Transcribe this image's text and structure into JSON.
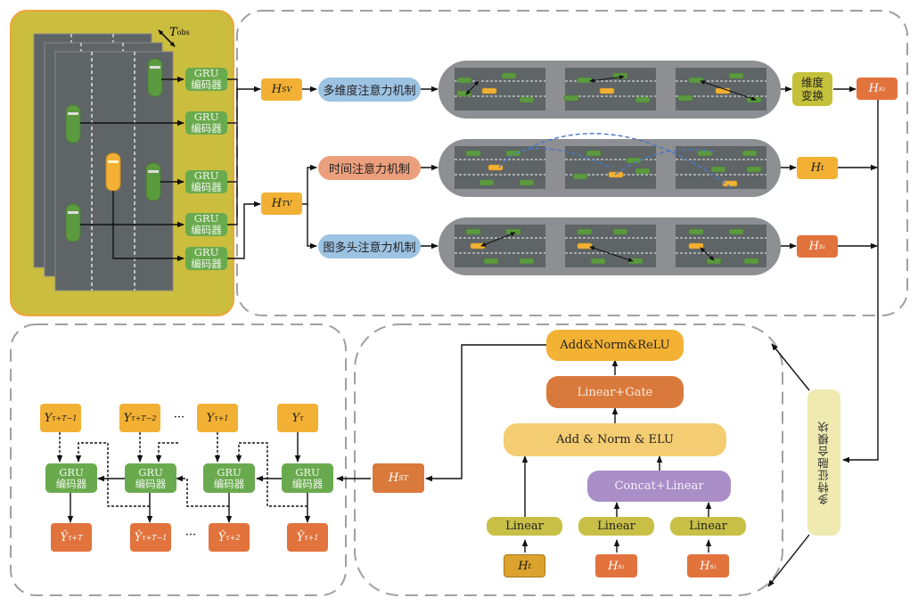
{
  "colors": {
    "panel_bg": "#cbbd3e",
    "panel_border": "#f0a33a",
    "road": "#5f6467",
    "gru_green": "#6aaa4e",
    "h_orange": "#f2b134",
    "h_red": "#e2733d",
    "blue_pill": "#9dc3e3",
    "salmon_pill": "#ec9f7c",
    "olive_box": "#c5c13a",
    "scene_capsule": "#8e8f92",
    "fusion_block": "#eeeab0",
    "add_norm_relu": "#f3b233",
    "linear_gate": "#d97a3c",
    "add_norm_elu": "#f4cd72",
    "concat_linear": "#a98ec8",
    "linear_small": "#c8c046",
    "dashed_border": "#a0a0a0",
    "trajectory_dash": "#4a78c2"
  },
  "input_panel": {
    "t_obs_label": "T",
    "t_obs_sub": "obs",
    "encoders": [
      {
        "line1": "GRU",
        "line2": "编码器"
      },
      {
        "line1": "GRU",
        "line2": "编码器"
      },
      {
        "line1": "GRU",
        "line2": "编码器"
      },
      {
        "line1": "GRU",
        "line2": "编码器"
      },
      {
        "line1": "GRU",
        "line2": "编码器"
      }
    ]
  },
  "encoding": {
    "h_sv": {
      "base": "H",
      "sup": "SV"
    },
    "h_tv": {
      "base": "H",
      "sup": "TV"
    }
  },
  "attention": {
    "multi_dim": "多维度注意力机制",
    "temporal": "时间注意力机制",
    "graph_multihead": "图多头注意力机制",
    "dim_transform": {
      "line1": "维度",
      "line2": "变换"
    }
  },
  "outputs": {
    "h_s2": {
      "base": "H",
      "sub": "s₂"
    },
    "h_t": {
      "base": "H",
      "sub": "t"
    },
    "h_s1": {
      "base": "H",
      "sub": "s₁"
    }
  },
  "fusion": {
    "module_label": "多特征融合模块",
    "add_norm_relu": "Add&Norm&ReLU",
    "linear_gate": "Linear+Gate",
    "add_norm_elu": "Add & Norm & ELU",
    "concat_linear": "Concat+Linear",
    "linear_labels": [
      "Linear",
      "Linear",
      "Linear"
    ],
    "inputs": [
      {
        "base": "H",
        "sub": "t"
      },
      {
        "base": "H",
        "sub": "s₁"
      },
      {
        "base": "H",
        "sub": "s₂"
      }
    ],
    "h_st": {
      "base": "H",
      "sub": "ST"
    }
  },
  "decoder": {
    "inputs": [
      {
        "base": "Y",
        "sup": "τ+T−1"
      },
      {
        "base": "Y",
        "sup": "τ+T−2"
      },
      {
        "base": "Y",
        "sup": "τ+1"
      },
      {
        "base": "Y",
        "sup": "τ"
      }
    ],
    "encoders": [
      {
        "line1": "GRU",
        "line2": "编码器"
      },
      {
        "line1": "GRU",
        "line2": "编码器"
      },
      {
        "line1": "GRU",
        "line2": "编码器"
      },
      {
        "line1": "GRU",
        "line2": "编码器"
      }
    ],
    "outputs": [
      {
        "base": "Ŷ",
        "sup": "τ+T"
      },
      {
        "base": "Ŷ",
        "sup": "τ+T−1"
      },
      {
        "base": "Ŷ",
        "sup": "τ+2"
      },
      {
        "base": "Ŷ",
        "sup": "τ+1"
      }
    ],
    "ellipsis": "···"
  }
}
